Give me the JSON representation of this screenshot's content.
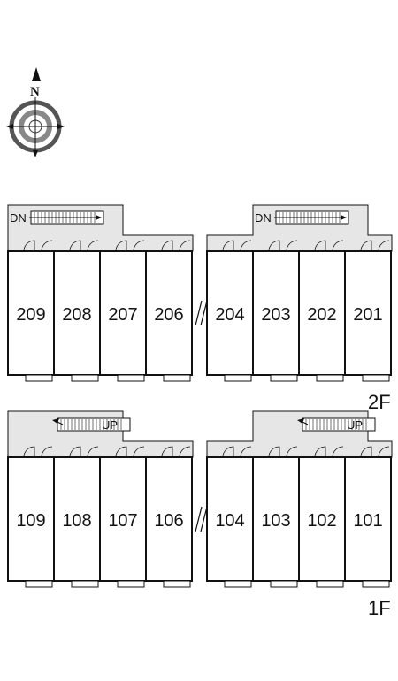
{
  "compass": {
    "north_label": "N",
    "icon": "compass-rose-icon"
  },
  "floors": [
    {
      "id": "floor-2",
      "label": "2F",
      "stair_label": "DN",
      "rooms_left": [
        "209",
        "208",
        "207",
        "206"
      ],
      "rooms_right": [
        "204",
        "203",
        "202",
        "201"
      ]
    },
    {
      "id": "floor-1",
      "label": "1F",
      "stair_label": "UP",
      "rooms_left": [
        "109",
        "108",
        "107",
        "106"
      ],
      "rooms_right": [
        "104",
        "103",
        "102",
        "101"
      ]
    }
  ],
  "colors": {
    "corridor": "#e6e6e6",
    "wall": "#111111",
    "room": "#ffffff"
  }
}
